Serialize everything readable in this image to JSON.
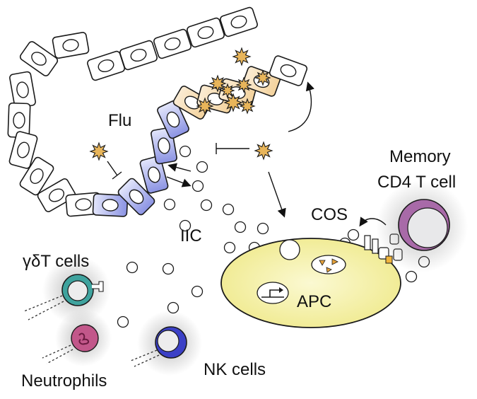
{
  "labels": {
    "flu": "Flu",
    "memory_line1": "Memory",
    "memory_line2": "CD4 T cell",
    "cos": "COS",
    "iic": "IIC",
    "gdt": "γδT cells",
    "apc": "APC",
    "neutrophils": "Neutrophils",
    "nk": "NK cells"
  },
  "colors": {
    "epithelium": "#ffffff",
    "activated_epithelium": "#aab1ea",
    "infected_epithelium": "#f3d6a6",
    "virus": "#e8b55a",
    "apc": "#f6f2a8",
    "memory_cd4": "#a86aa8",
    "gdt": "#3fa39e",
    "neutrophil": "#c2578a",
    "nk": "#3b40c6",
    "peptide": "#f0b43c"
  },
  "icons": [
    "virus-icon",
    "inhibition-icon",
    "arrow-icon",
    "promoter-icon",
    "receptor-icon"
  ]
}
